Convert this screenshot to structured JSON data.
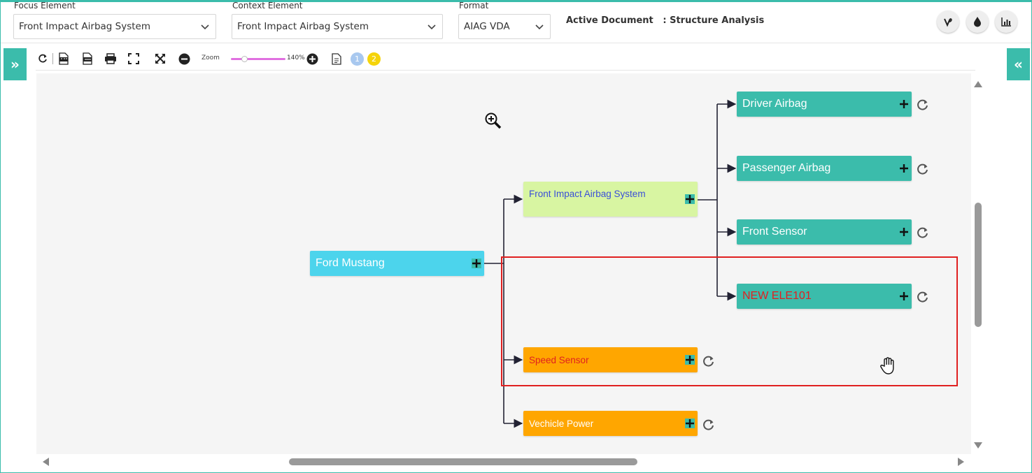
{
  "header": {
    "focus_label": "Focus Element",
    "focus_value": "Front Impact Airbag System",
    "context_label": "Context Element",
    "context_value": "Front Impact Airbag System",
    "format_label": "Format",
    "format_value": "AIAG VDA",
    "active_doc_label": "Active Document",
    "active_doc_value": ": Structure Analysis",
    "action_icons": [
      "vine-icon",
      "drop-icon",
      "bar-chart-icon"
    ]
  },
  "side": {
    "expand_left": "»",
    "collapse_right": "«"
  },
  "toolbar": {
    "zoom_label": "Zoom",
    "zoom_value": "140%",
    "zoom_fraction": 0.25,
    "badges": [
      "1",
      "2"
    ],
    "badge_colors": [
      "#a8c8ef",
      "#f5d40a"
    ],
    "icons": [
      "refresh-icon",
      "export-svg-icon",
      "export-png-icon",
      "print-icon",
      "fit-screen-icon",
      "expand-icon",
      "zoom-out-icon",
      "zoom-in-icon",
      "document-icon"
    ]
  },
  "tree": {
    "root": {
      "label": "Ford Mustang"
    },
    "system": {
      "label": "Front Impact Airbag System"
    },
    "children": [
      {
        "label": "Driver Airbag"
      },
      {
        "label": "Passenger Airbag"
      },
      {
        "label": "Front Sensor"
      },
      {
        "label": "NEW ELE101"
      }
    ],
    "siblings": [
      {
        "label": "Speed Sensor"
      },
      {
        "label": "Vechicle Power"
      }
    ]
  },
  "colors": {
    "accent": "#3bbcab",
    "root": "#4cd4ec",
    "system": "#d8f5a2",
    "element": "#3bbcab",
    "sibling": "#ffa600",
    "new_label": "#e02020",
    "system_label": "#3a4fd8",
    "highlight": "#e02020"
  }
}
